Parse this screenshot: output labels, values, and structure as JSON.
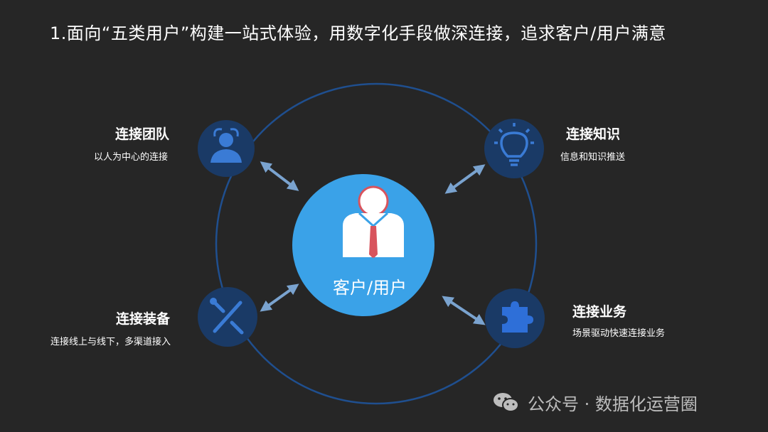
{
  "title": "1.面向“五类用户”构建一站式体验，用数字化手段做深连接，追求客户/用户满意",
  "center": {
    "label": "客户/用户",
    "icon": "user-icon"
  },
  "nodes": {
    "team": {
      "title": "连接团队",
      "subtitle": "以人为中心的连接",
      "icon": "people-icon"
    },
    "knowledge": {
      "title": "连接知识",
      "subtitle": "信息和知识推送",
      "icon": "lightbulb-icon"
    },
    "equipment": {
      "title": "连接装备",
      "subtitle": "连接线上与线下，多渠道接入",
      "icon": "tools-icon"
    },
    "business": {
      "title": "连接业务",
      "subtitle": "场景驱动快速连接业务",
      "icon": "puzzle-icon"
    }
  },
  "watermark": {
    "text": "公众号 · 数据化运营圈",
    "icon": "wechat-icon"
  },
  "colors": {
    "background": "#262626",
    "orbit": "#1f4f8f",
    "center_fill": "#3aa2e8",
    "node_fill": "#1a3a66",
    "node_icon": "#3a7bd5",
    "arrow": "#7aa3cf"
  }
}
